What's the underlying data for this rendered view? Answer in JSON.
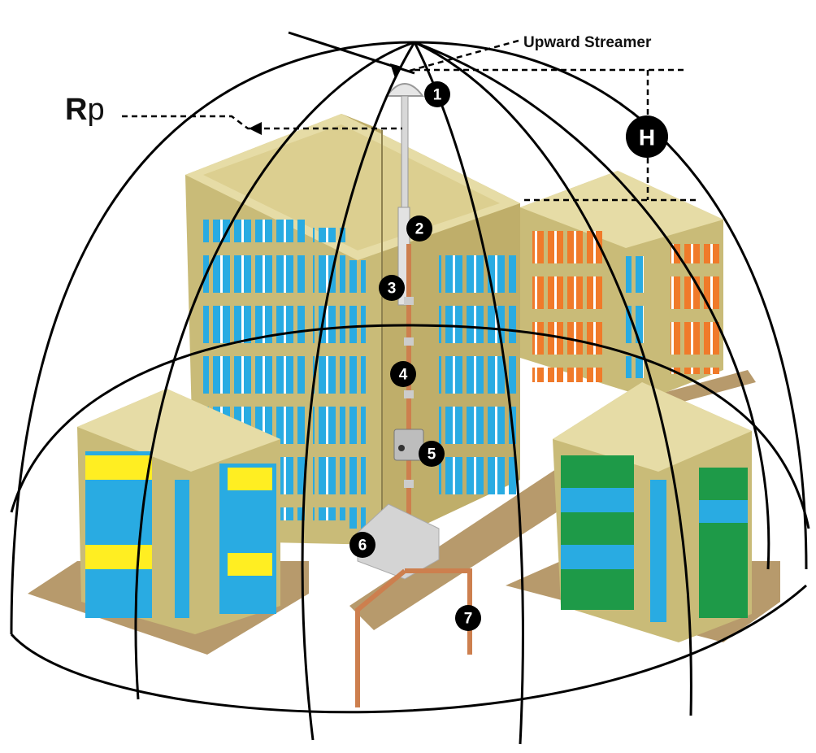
{
  "labels": {
    "upward_streamer": "Upward Streamer",
    "rp_main": "R",
    "rp_sub": "p",
    "h": "H"
  },
  "markers": [
    "1",
    "2",
    "3",
    "4",
    "5",
    "6",
    "7"
  ],
  "colors": {
    "wall": "#c9bb78",
    "wall_light": "#dccf90",
    "wall_dark": "#a99a58",
    "roof": "#e6dca6",
    "window_blue": "#29abe2",
    "window_orange": "#f07a2a",
    "window_yellow": "#ffee22",
    "window_green": "#1e9a48",
    "ground": "#b79a6c",
    "copper": "#cd7f4e"
  }
}
